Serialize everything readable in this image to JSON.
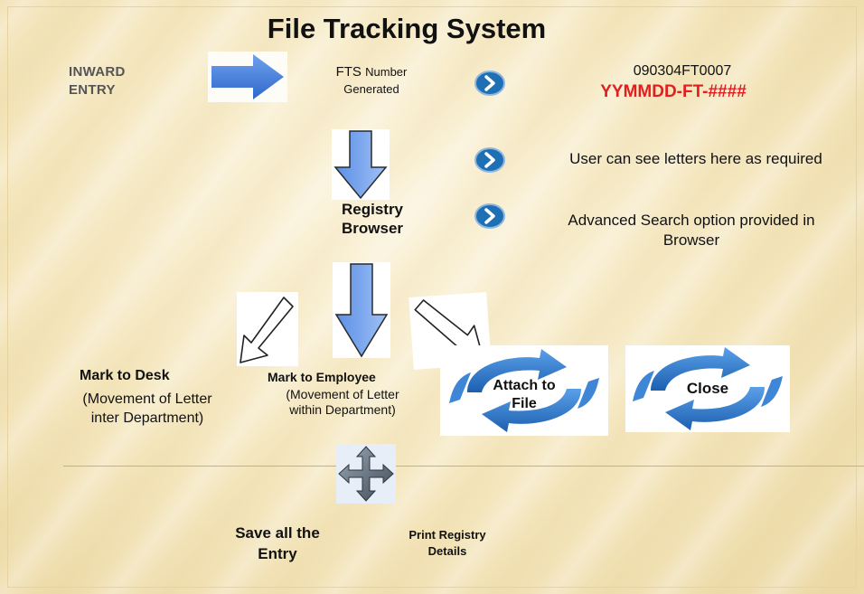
{
  "title": "File Tracking System",
  "inward_entry": [
    "INWARD",
    "ENTRY"
  ],
  "fts": {
    "main": "FTS",
    "small": "Number",
    "line2": "Generated"
  },
  "fts_code": "090304FT0007",
  "fts_format": "YYMMDD-FT-####",
  "notes": [
    "User can see  letters here as required",
    "Advanced Search option provided in Browser"
  ],
  "registry": [
    "Registry",
    "Browser"
  ],
  "mark_to_desk": {
    "title": "Mark to Desk",
    "sub": [
      "(Movement of Letter",
      "inter Department)"
    ]
  },
  "mark_to_employee": {
    "title": "Mark to Employee",
    "sub": [
      "(Movement of Letter",
      "within Department)"
    ]
  },
  "attach_to_file": [
    "Attach to",
    "File"
  ],
  "close": "Close",
  "save_all": [
    "Save all the",
    "Entry"
  ],
  "print_registry": [
    "Print Registry",
    "Details"
  ],
  "colors": {
    "arrow_blue": "#3a78d8",
    "down_arrow": "#7ea7f0",
    "bullet_blue": "#1f6fb5",
    "format_red": "#e02020",
    "divider": "#e0a86a"
  },
  "icons": [
    "right-arrow-icon",
    "chevron-bullet-icon",
    "down-arrow-icon",
    "diagonal-arrow-icon",
    "cycle-arrows-icon",
    "move-arrows-icon"
  ]
}
